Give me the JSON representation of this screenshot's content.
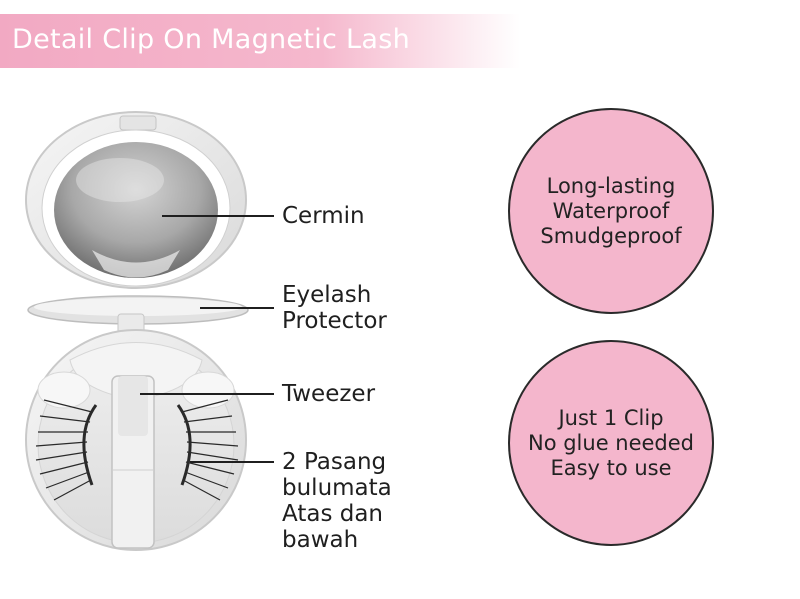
{
  "header": {
    "title": "Detail Clip On Magnetic Lash"
  },
  "callouts": {
    "mirror": "Cermin",
    "protector_line1": "Eyelash",
    "protector_line2": "Protector",
    "tweezer": "Tweezer",
    "lashes_line1": "2 Pasang",
    "lashes_line2": "bulumata",
    "lashes_line3": "Atas dan",
    "lashes_line4": "bawah"
  },
  "badges": [
    {
      "lines": [
        "Long-lasting",
        "Waterproof",
        "Smudgeproof"
      ]
    },
    {
      "lines": [
        "Just 1 Clip",
        "No glue needed",
        "Easy to use"
      ]
    }
  ],
  "colors": {
    "brand_pink": "#f4b6cc",
    "banner_pink": "#f2a9c3",
    "outline": "#2a2a2a"
  }
}
